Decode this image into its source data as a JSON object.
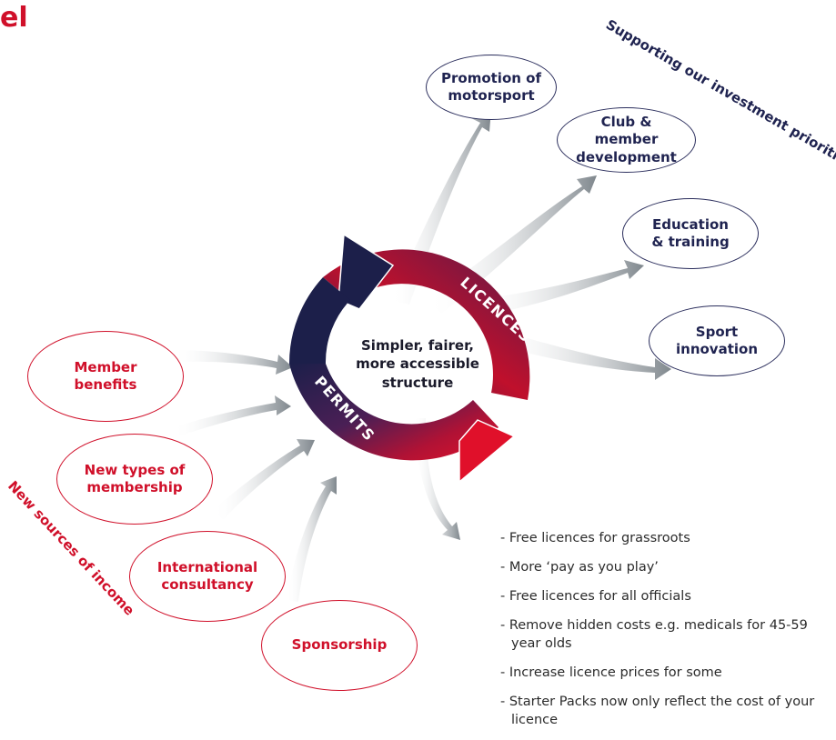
{
  "title_fragment": "el",
  "headings": {
    "supporting": "Supporting our investment priorities",
    "income": "New sources of income"
  },
  "center_text": "Simpler, fairer,\nmore accessible\nstructure",
  "ring_labels": {
    "licences": "LICENCES",
    "permits": "PERMITS"
  },
  "investment_priorities": [
    "Promotion of\nmotorsport",
    "Club & member\ndevelopment",
    "Education\n& training",
    "Sport\ninnovation"
  ],
  "income_sources": [
    "Member\nbenefits",
    "New types of\nmembership",
    "International\nconsultancy",
    "Sponsorship"
  ],
  "changes": [
    "- Free licences for grassroots",
    "- More ‘pay as you play’",
    "- Free licences for all officials",
    "- Remove hidden costs e.g. medicals for 45-59 year olds",
    "- Increase licence prices for some",
    "- Starter Packs now only reflect the cost of your licence"
  ],
  "colors": {
    "navy": "#1f2350",
    "red": "#d0102a",
    "arrow_grey": "#9aa1a7"
  }
}
